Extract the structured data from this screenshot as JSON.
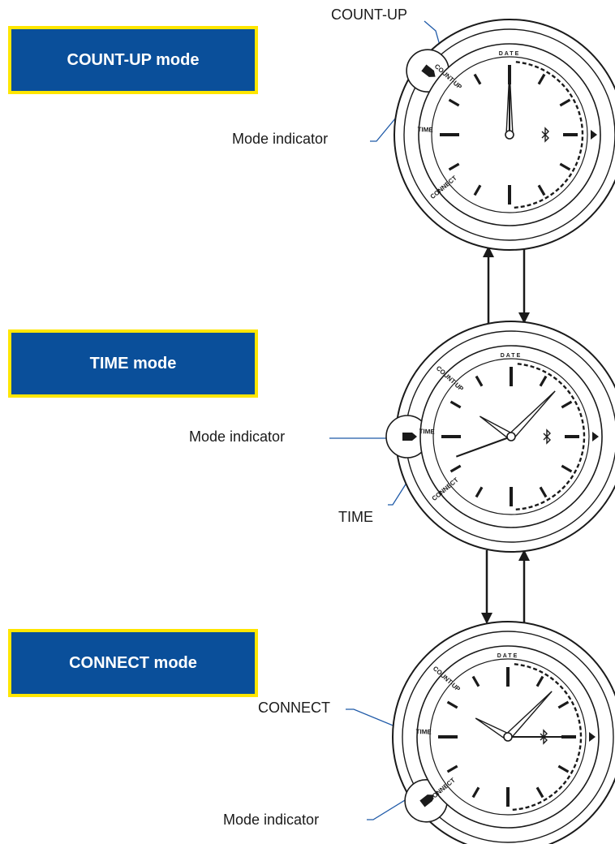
{
  "colors": {
    "box_fill": "#0a4f9a",
    "box_border": "#ffe600",
    "callout_line": "#1f5aa8"
  },
  "modes": [
    {
      "box_label": "COUNT-UP mode",
      "callouts": [
        "COUNT-UP",
        "Mode indicator"
      ]
    },
    {
      "box_label": "TIME mode",
      "callouts": [
        "Mode indicator",
        "TIME"
      ]
    },
    {
      "box_label": "CONNECT mode",
      "callouts": [
        "CONNECT",
        "Mode indicator"
      ]
    }
  ],
  "bezel_labels": [
    "COUNT-UP",
    "TIME",
    "CONNECT"
  ],
  "dial_top_label": "DATE",
  "transitions": [
    {
      "from": "TIME",
      "to": "COUNT-UP"
    },
    {
      "from": "COUNT-UP",
      "to": "TIME"
    },
    {
      "from": "TIME",
      "to": "CONNECT"
    },
    {
      "from": "CONNECT",
      "to": "TIME"
    }
  ]
}
